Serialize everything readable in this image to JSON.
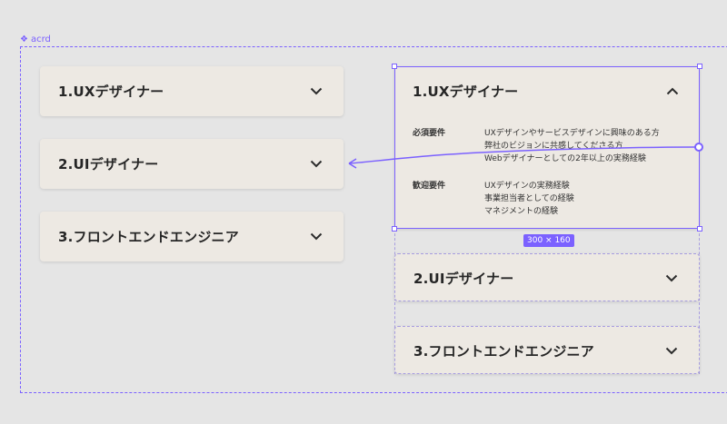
{
  "frame": {
    "label": "acrd",
    "icon": "component-icon"
  },
  "left_cards": [
    {
      "title": "1.UXデザイナー",
      "chevron": "chevron-down-icon"
    },
    {
      "title": "2.UIデザイナー",
      "chevron": "chevron-down-icon"
    },
    {
      "title": "3.フロントエンドエンジニア",
      "chevron": "chevron-down-icon"
    }
  ],
  "right_cards": {
    "expanded": {
      "title": "1.UXデザイナー",
      "chevron": "chevron-up-icon",
      "required_label": "必須要件",
      "required_lines": [
        "UXデザインやサービスデザインに興味のある方",
        "弊社のビジョンに共感してくださる方",
        "Webデザイナーとしての2年以上の実務経験"
      ],
      "welcome_label": "歓迎要件",
      "welcome_lines": [
        "UXデザインの実務経験",
        "事業担当者としての経験",
        "マネジメントの経験"
      ]
    },
    "collapsed": [
      {
        "title": "2.UIデザイナー",
        "chevron": "chevron-down-icon"
      },
      {
        "title": "3.フロントエンドエンジニア",
        "chevron": "chevron-down-icon"
      }
    ]
  },
  "selection": {
    "size_label": "300 × 160"
  },
  "colors": {
    "accent": "#7b61ff",
    "card": "#ede9e3",
    "canvas": "#e5e5e5"
  }
}
